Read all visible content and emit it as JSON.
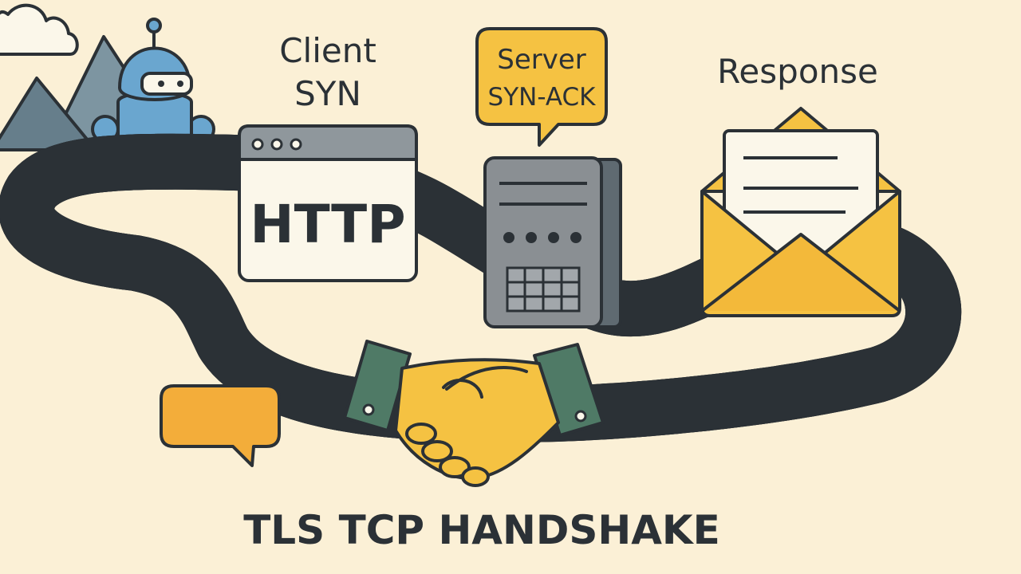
{
  "labels": {
    "client_line1": "Client",
    "client_line2": "SYN",
    "server_line1": "Server",
    "server_line2": "SYN-ACK",
    "response": "Response",
    "browser_text": "HTTP",
    "title": "TLS TCP HANDSHAKE"
  },
  "icons": {
    "cloud": "cloud-icon",
    "mountains": "mountains-icon",
    "robot": "robot-icon",
    "road": "road-icon",
    "browser": "browser-window-icon",
    "server": "server-icon",
    "envelope": "envelope-icon",
    "handshake": "handshake-icon",
    "speech_bubble": "speech-bubble-icon"
  },
  "colors": {
    "background": "#fbf0d6",
    "outline": "#2b3136",
    "road": "#3d4c57",
    "accent_yellow": "#f5c242",
    "accent_orange": "#f3ad3a",
    "robot_blue": "#6aa6cf",
    "mountain": "#6f8794",
    "server_gray": "#8a8f93",
    "cuff_green": "#4f7a66"
  }
}
